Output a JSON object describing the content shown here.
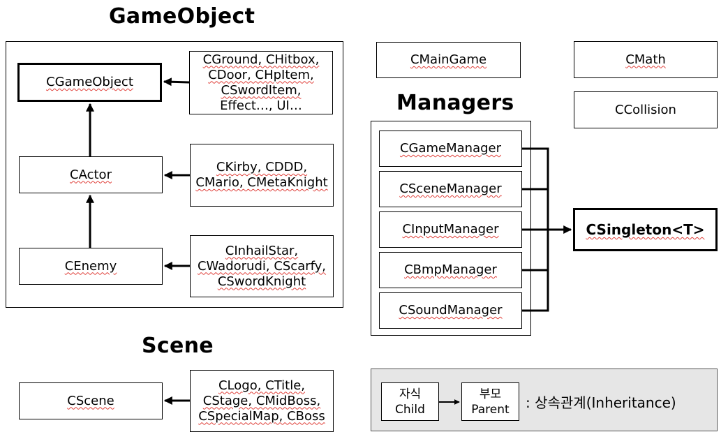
{
  "sections": {
    "gameobject_title": "GameObject",
    "managers_title": "Managers",
    "scene_title": "Scene"
  },
  "gameobject": {
    "base": "CGameObject",
    "actor": "CActor",
    "enemy": "CEnemy",
    "base_children": [
      "CGround, CHitbox,",
      "CDoor, CHpItem,",
      "CSwordItem,",
      "Effect…, UI…"
    ],
    "actor_children": [
      "CKirby, CDDD,",
      "CMario, CMetaKnight"
    ],
    "enemy_children": [
      "CInhailStar,",
      "CWadorudi, CScarfy,",
      "CSwordKnight"
    ]
  },
  "standalone": {
    "main_game": "CMainGame",
    "math": "CMath",
    "collision": "CCollision"
  },
  "managers": {
    "items": [
      "CGameManager",
      "CSceneManager",
      "CInputManager",
      "CBmpManager",
      "CSoundManager"
    ],
    "singleton": "CSingleton<T>"
  },
  "scene": {
    "base": "CScene",
    "children": [
      "CLogo, CTitle,",
      "CStage, CMidBoss,",
      "CSpecialMap, CBoss"
    ]
  },
  "legend": {
    "child_kr": "자식",
    "child_en": "Child",
    "parent_kr": "부모",
    "parent_en": "Parent",
    "description": ": 상속관계(Inheritance)",
    "background_color": "#e6e6e6"
  }
}
